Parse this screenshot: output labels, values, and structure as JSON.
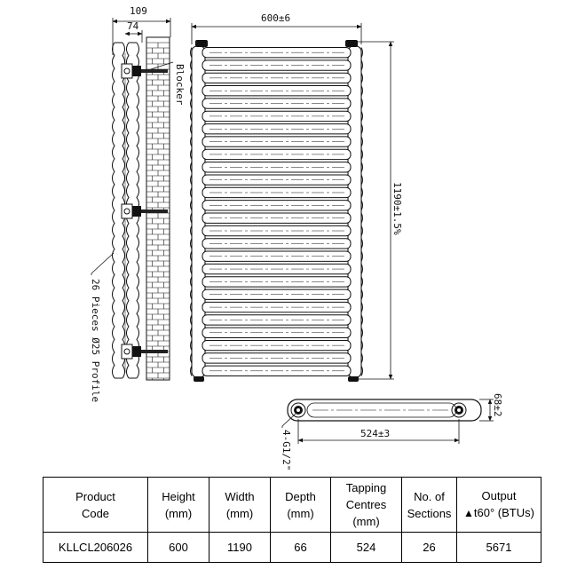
{
  "diagram": {
    "side_view": {
      "depth_total": "109",
      "depth_inner": "74",
      "blocker_label": "Blocker",
      "pieces_label": "26 Pieces Ø25 Profile"
    },
    "front_view": {
      "width_label": "600±6",
      "height_label": "1190±1.5%"
    },
    "bottom_view": {
      "depth_label": "68±2",
      "centres_label": "524±3",
      "thread_label": "4-G1/2\""
    }
  },
  "spec_table": {
    "headers": [
      [
        "Product",
        "Code"
      ],
      [
        "Height",
        "(mm)"
      ],
      [
        "Width",
        "(mm)"
      ],
      [
        "Depth",
        "(mm)"
      ],
      [
        "Tapping",
        "Centres",
        "(mm)"
      ],
      [
        "No. of",
        "Sections"
      ],
      [
        "Output",
        "t60° (BTUs)"
      ]
    ],
    "output_symbol": "▲",
    "row": [
      "KLLCL206026",
      "600",
      "1190",
      "66",
      "524",
      "26",
      "5671"
    ]
  }
}
